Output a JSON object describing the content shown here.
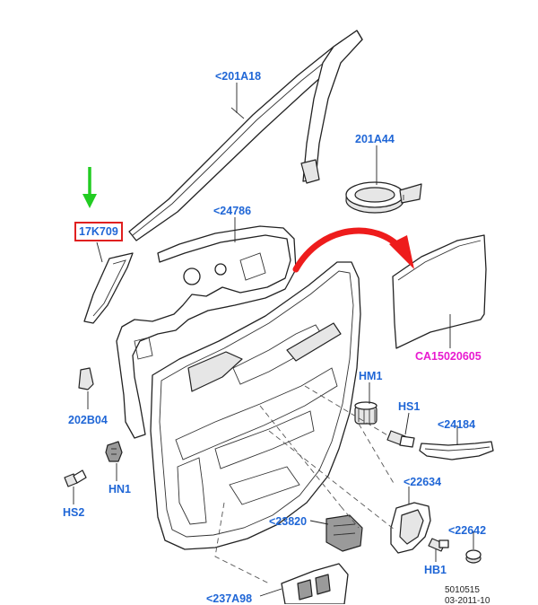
{
  "labels": {
    "p201A18": "<201A18",
    "p201A44": "201A44",
    "p17K709": "17K709",
    "p24786": "<24786",
    "pCA15020605": "CA15020605",
    "pHM1": "HM1",
    "pHS1": "HS1",
    "p24184": "<24184",
    "p202B04": "202B04",
    "pHN1": "HN1",
    "pHS2": "HS2",
    "p22634": "<22634",
    "p23820": "<23820",
    "p22642": "<22642",
    "pHB1": "HB1",
    "p237A98": "<237A98"
  },
  "reference": {
    "number": "5010515",
    "date": "03-2011-10"
  },
  "colors": {
    "label": "#1f66d6",
    "highlight_label": "#e81ad0",
    "highlight_box": "#e02020",
    "arrow_green": "#22cc22",
    "arrow_red": "#ee1c1c"
  }
}
